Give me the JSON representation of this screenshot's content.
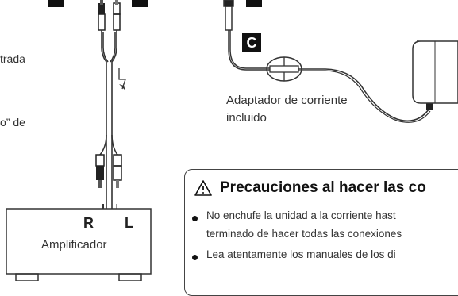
{
  "left_edge_text": [
    "trada",
    "o” de"
  ],
  "cable_label_C": "C",
  "adapter_label_line1": "Adaptador de corriente",
  "adapter_label_line2": "incluido",
  "amplifier": {
    "name": "Amplificador",
    "right_channel": "R",
    "left_channel": "L"
  },
  "precautions": {
    "title": "Precauciones al hacer las co",
    "bullet1_line1": "No enchufe la unidad a la corriente hast",
    "bullet1_line2": "terminado de hacer todas las conexiones",
    "bullet2_line1": "Lea atentamente los manuales de los di"
  },
  "icons": {
    "warning": "warning-triangle-icon",
    "bolt": "signal-flow-arrow-icon"
  }
}
